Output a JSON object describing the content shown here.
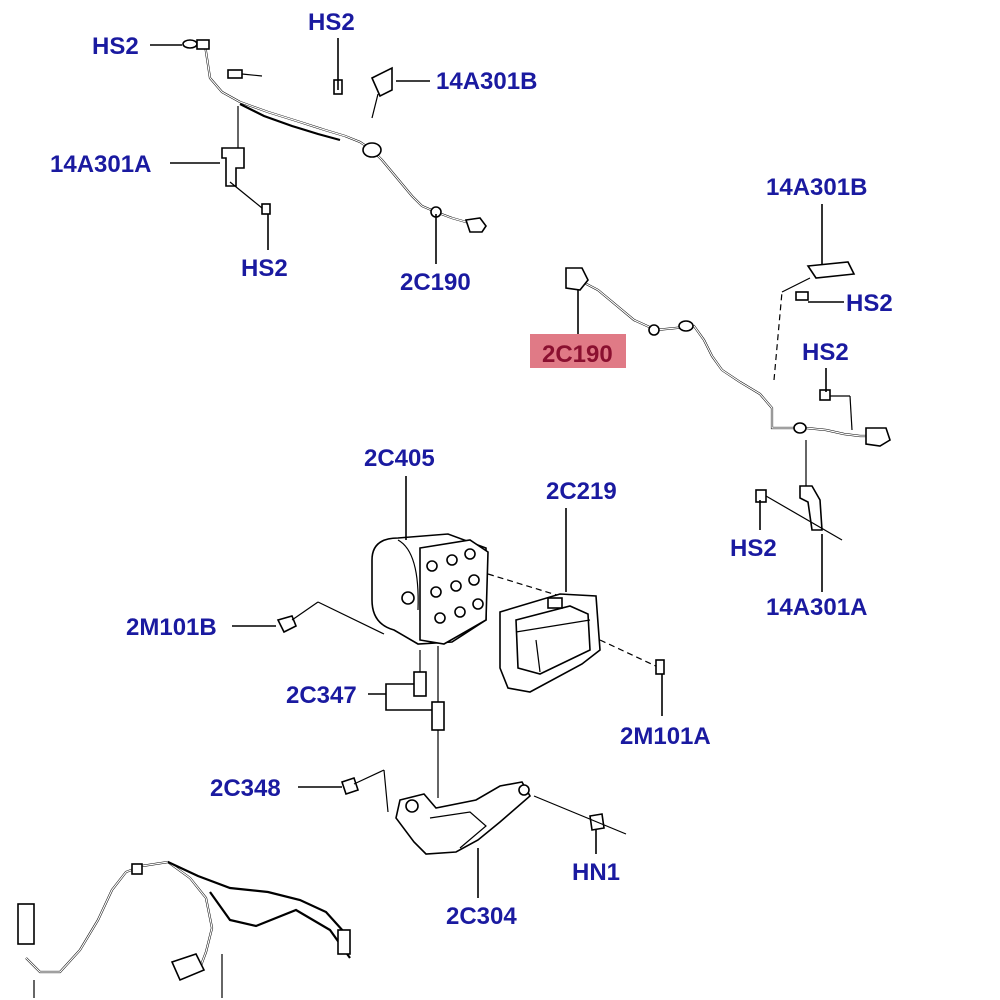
{
  "callouts": {
    "hs2_a": "HS2",
    "hs2_b": "HS2",
    "c14a301b_top": "14A301B",
    "c14a301a_top": "14A301A",
    "hs2_c": "HS2",
    "c2c190_top": "2C190",
    "c14a301b_right": "14A301B",
    "hs2_d": "HS2",
    "c2c190_highlight": "2C190",
    "hs2_e": "HS2",
    "c2c405": "2C405",
    "c2c219": "2C219",
    "hs2_f": "HS2",
    "c14a301a_right": "14A301A",
    "c2m101b": "2M101B",
    "c2c347": "2C347",
    "c2m101a": "2M101A",
    "c2c348": "2C348",
    "hn1": "HN1",
    "c2c304": "2C304"
  },
  "colors": {
    "label": "#1a1aa0",
    "highlight_fill": "#e07a86",
    "highlight_text": "#8a1030"
  }
}
